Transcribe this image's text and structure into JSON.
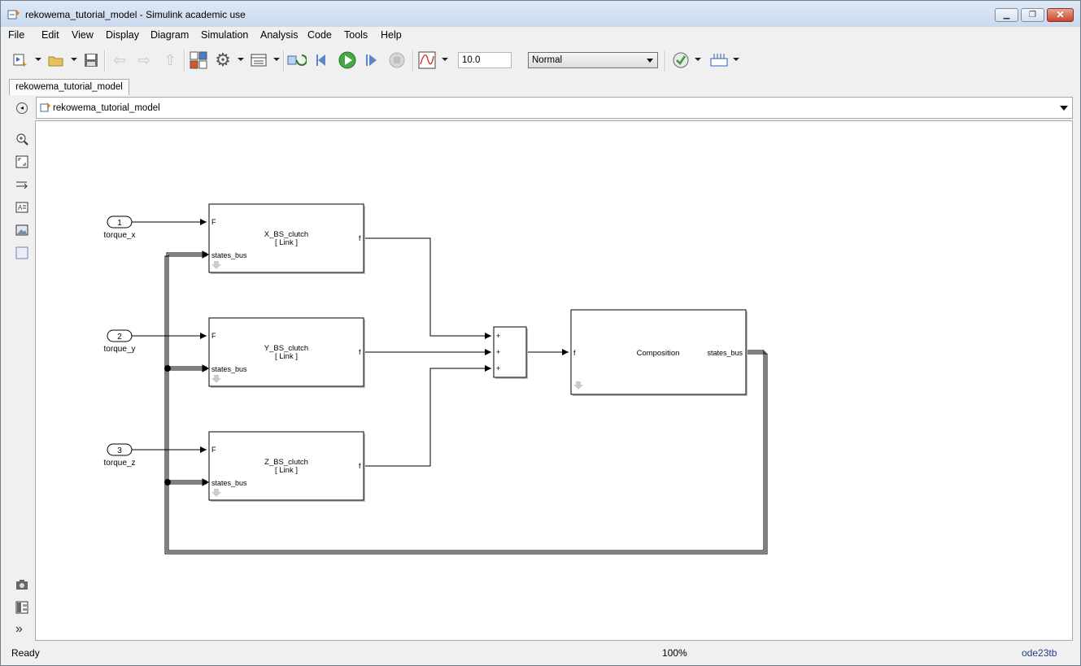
{
  "window": {
    "title": "rekowema_tutorial_model - Simulink academic use"
  },
  "menu": [
    "File",
    "Edit",
    "View",
    "Display",
    "Diagram",
    "Simulation",
    "Analysis",
    "Code",
    "Tools",
    "Help"
  ],
  "toolbar": {
    "stop_time": "10.0",
    "sim_mode": "Normal"
  },
  "tabs": [
    "rekowema_tutorial_model"
  ],
  "explorer": {
    "path": "rekowema_tutorial_model"
  },
  "diagram": {
    "inports": [
      {
        "num": "1",
        "name": "torque_x"
      },
      {
        "num": "2",
        "name": "torque_y"
      },
      {
        "num": "3",
        "name": "torque_z"
      }
    ],
    "subsystems": [
      {
        "name": "X_BS_clutch",
        "tag": "[ Link ]",
        "in1": "F",
        "in2": "states_bus",
        "out": "f"
      },
      {
        "name": "Y_BS_clutch",
        "tag": "[ Link ]",
        "in1": "F",
        "in2": "states_bus",
        "out": "f"
      },
      {
        "name": "Z_BS_clutch",
        "tag": "[ Link ]",
        "in1": "F",
        "in2": "states_bus",
        "out": "f"
      }
    ],
    "sum": {
      "signs": [
        "+",
        "+",
        "+"
      ]
    },
    "composition": {
      "name": "Composition",
      "in": "f",
      "out": "states_bus"
    }
  },
  "status": {
    "ready": "Ready",
    "zoom": "100%",
    "solver": "ode23tb"
  }
}
